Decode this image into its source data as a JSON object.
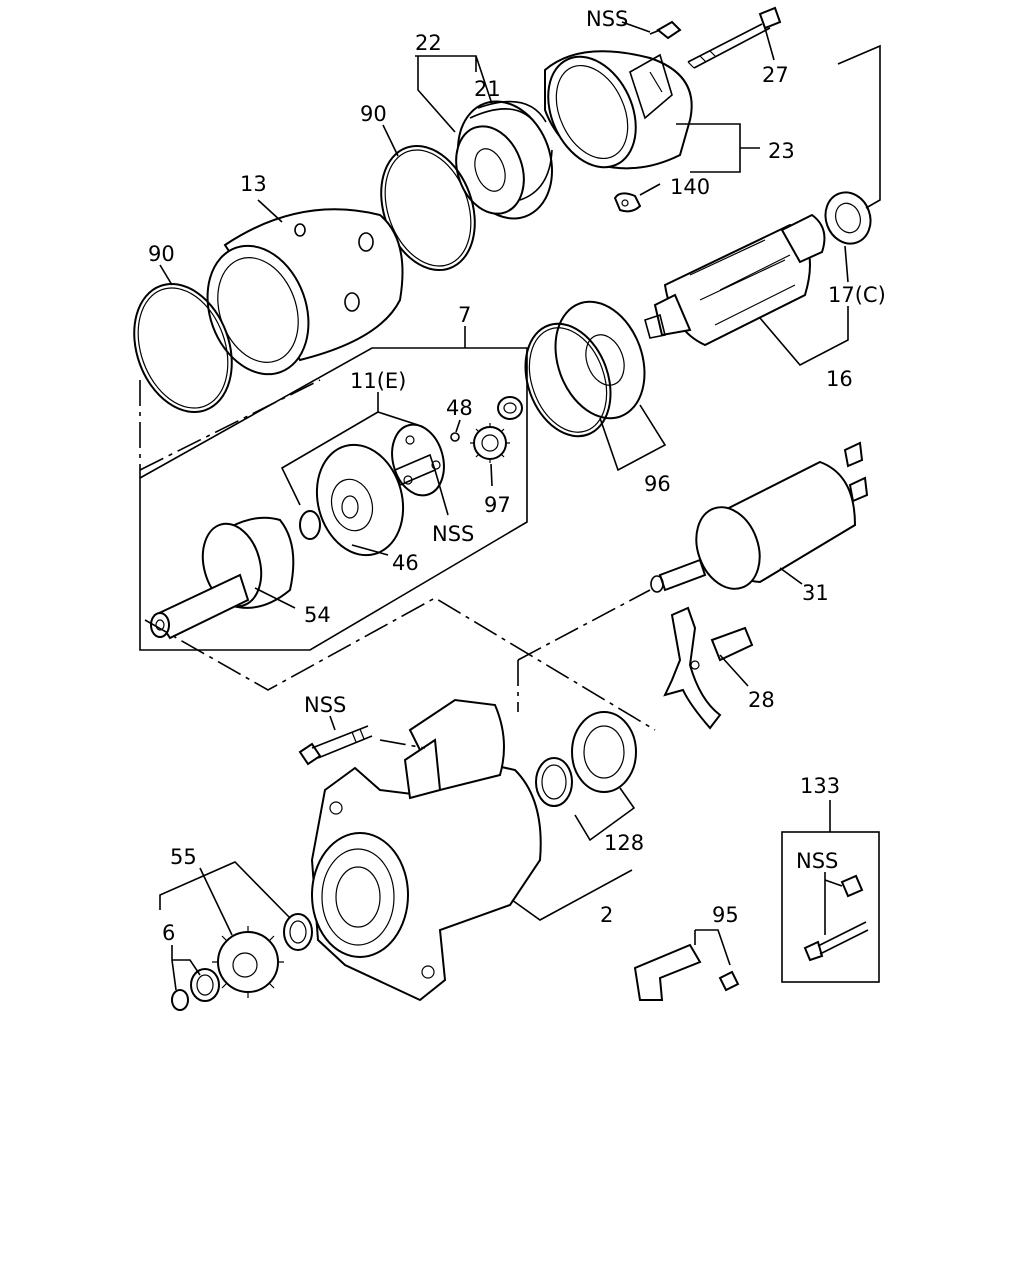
{
  "labels": {
    "nss_top": "NSS",
    "p27": "27",
    "p22": "22",
    "p21": "21",
    "p90_top": "90",
    "p23": "23",
    "p140": "140",
    "p13": "13",
    "p90_left": "90",
    "p17c": "17(C)",
    "p16": "16",
    "p7": "7",
    "p11e": "11(E)",
    "p48": "48",
    "p97": "97",
    "nss_mid": "NSS",
    "p46": "46",
    "p54": "54",
    "p96": "96",
    "p31": "31",
    "p28": "28",
    "nss_bolt": "NSS",
    "p128": "128",
    "p133": "133",
    "nss_box": "NSS",
    "p55": "55",
    "p6": "6",
    "p2": "2",
    "p95": "95"
  }
}
